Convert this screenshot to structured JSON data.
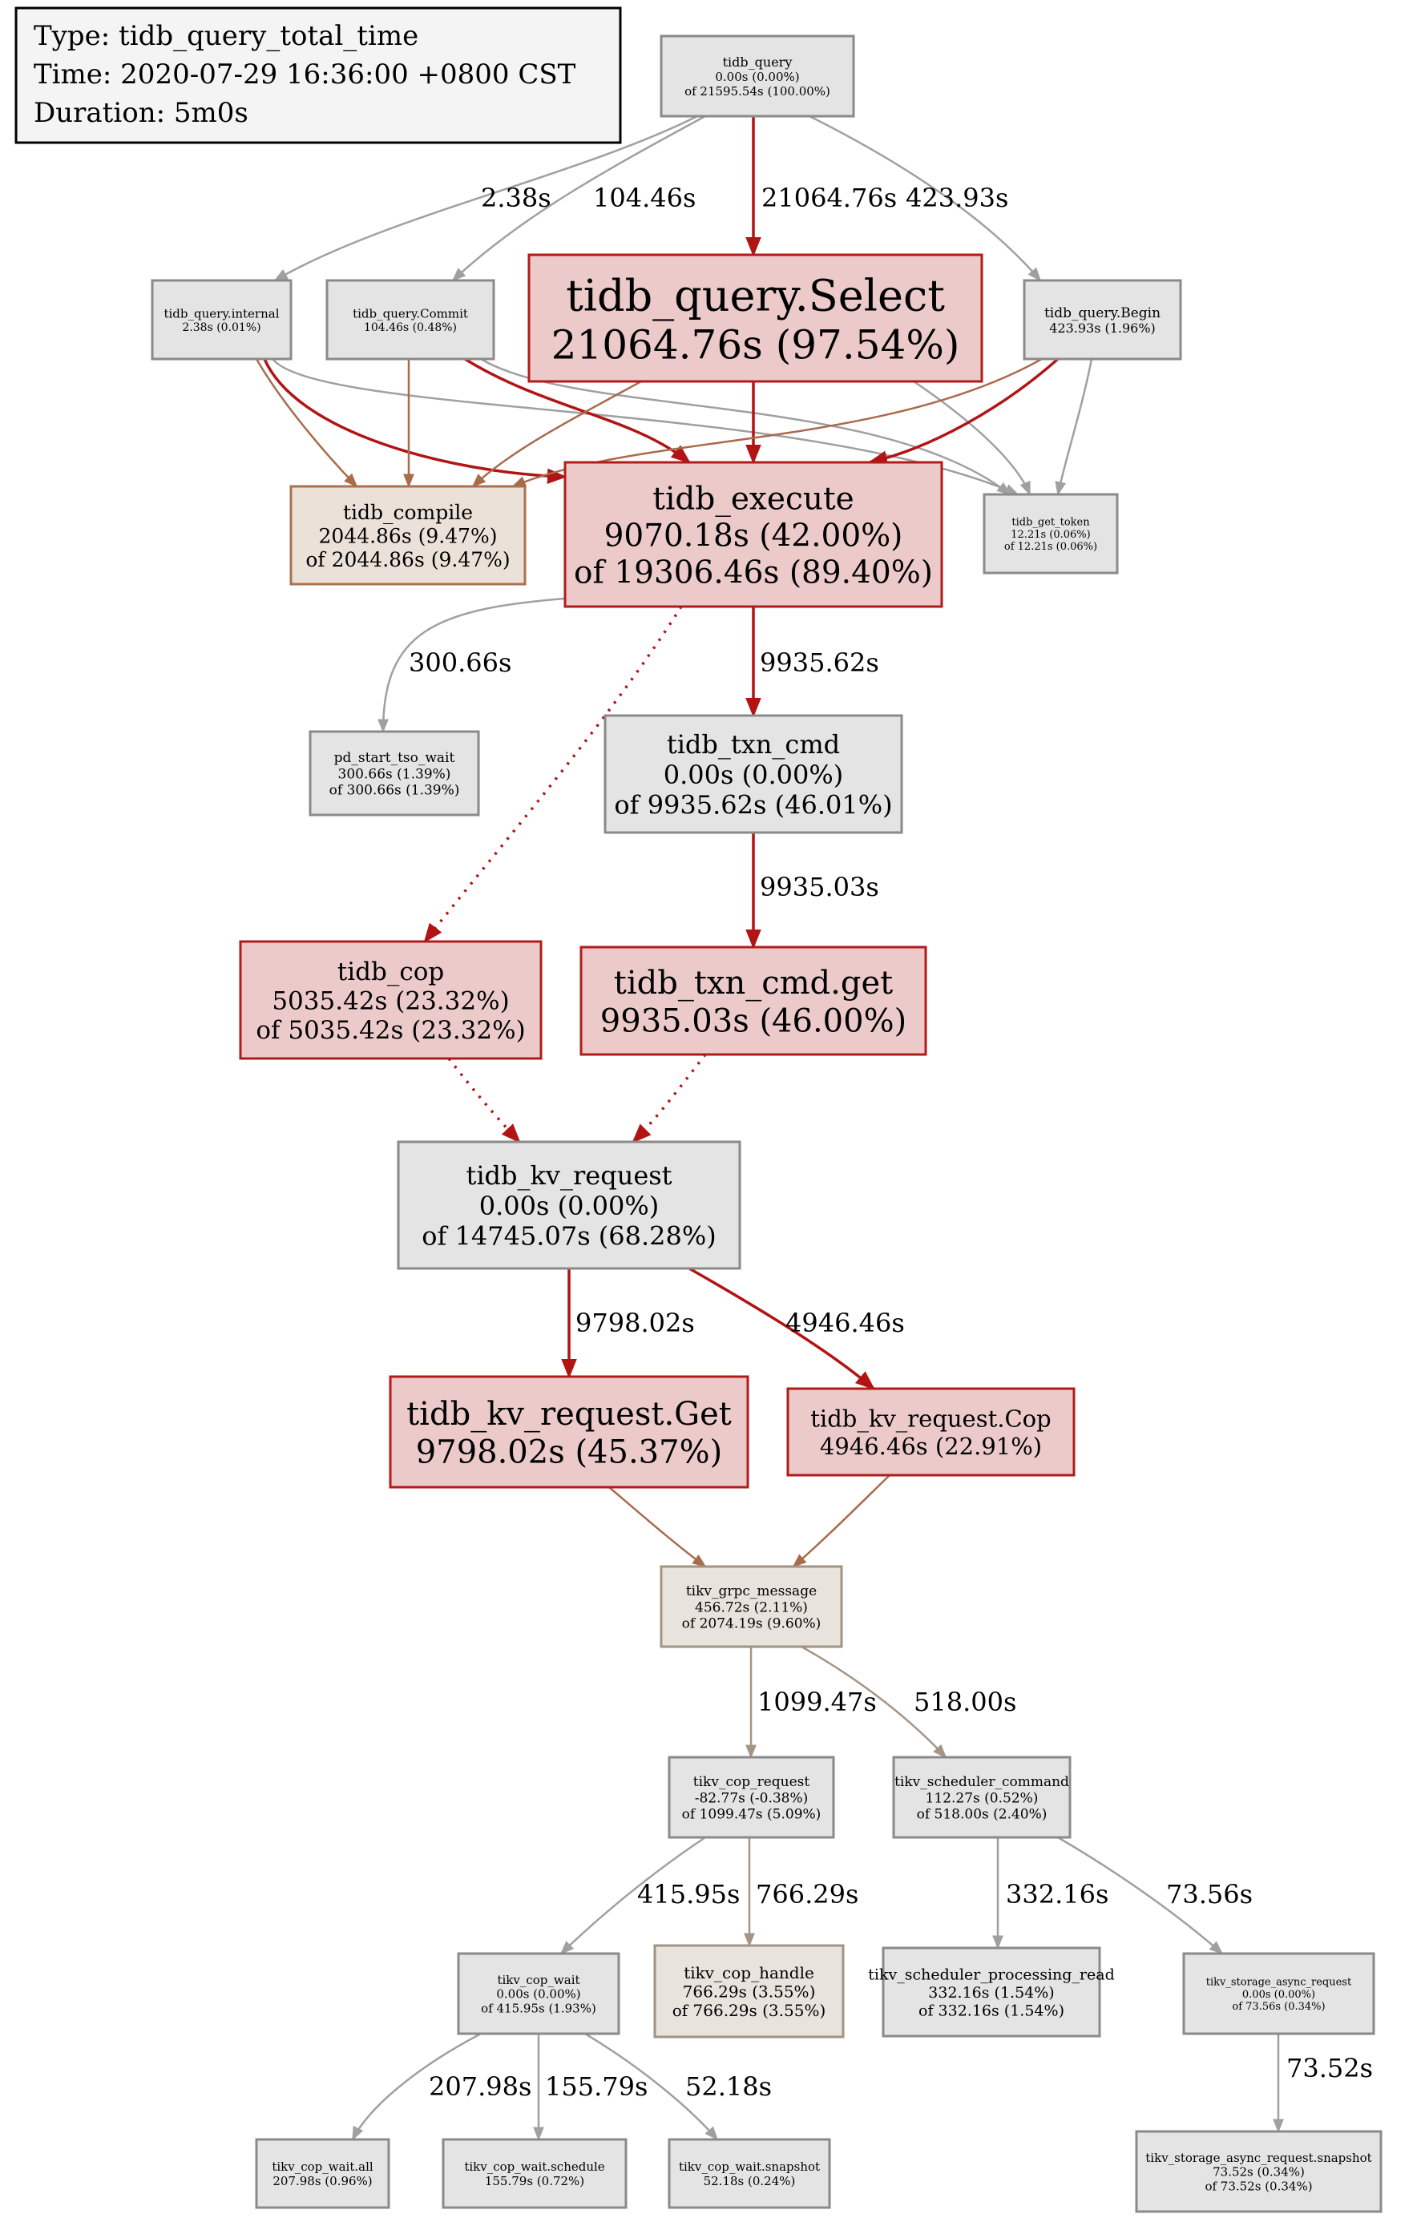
{
  "legend": {
    "lines": [
      "Type: tidb_query_total_time",
      "Time: 2020-07-29 16:36:00 +0800 CST",
      "Duration: 5m0s"
    ]
  },
  "colors": {
    "grey_fill": "#e4e4e4",
    "grey_stroke": "#8a8a8a",
    "red_fill": "#eccaca",
    "red_stroke": "#b31b1b",
    "tan_fill": "#ece1d8",
    "tan_stroke": "#a8714f",
    "taupe_fill": "#e8e3dd",
    "taupe_stroke": "#a39382",
    "edge_grey": "#a0a0a0",
    "edge_red": "#b21414",
    "edge_brown": "#a86b4c",
    "edge_taupe": "#a59584"
  },
  "nodes": [
    {
      "id": "tidb_query",
      "lines": [
        "tidb_query",
        "0.00s (0.00%)",
        "of 21595.54s (100.00%)"
      ],
      "style": "grey"
    },
    {
      "id": "tidb_query_internal",
      "lines": [
        "tidb_query.internal",
        "2.38s (0.01%)"
      ],
      "style": "grey"
    },
    {
      "id": "tidb_query_commit",
      "lines": [
        "tidb_query.Commit",
        "104.46s (0.48%)"
      ],
      "style": "grey"
    },
    {
      "id": "tidb_query_select",
      "lines": [
        "tidb_query.Select",
        "21064.76s (97.54%)"
      ],
      "style": "red"
    },
    {
      "id": "tidb_query_begin",
      "lines": [
        "tidb_query.Begin",
        "423.93s (1.96%)"
      ],
      "style": "grey"
    },
    {
      "id": "tidb_compile",
      "lines": [
        "tidb_compile",
        "2044.86s (9.47%)",
        "of 2044.86s (9.47%)"
      ],
      "style": "tan"
    },
    {
      "id": "tidb_execute",
      "lines": [
        "tidb_execute",
        "9070.18s (42.00%)",
        "of 19306.46s (89.40%)"
      ],
      "style": "red"
    },
    {
      "id": "tidb_get_token",
      "lines": [
        "tidb_get_token",
        "12.21s (0.06%)",
        "of 12.21s (0.06%)"
      ],
      "style": "grey"
    },
    {
      "id": "pd_start_tso_wait",
      "lines": [
        "pd_start_tso_wait",
        "300.66s (1.39%)",
        "of 300.66s (1.39%)"
      ],
      "style": "grey"
    },
    {
      "id": "tidb_txn_cmd",
      "lines": [
        "tidb_txn_cmd",
        "0.00s (0.00%)",
        "of 9935.62s (46.01%)"
      ],
      "style": "grey"
    },
    {
      "id": "tidb_cop",
      "lines": [
        "tidb_cop",
        "5035.42s (23.32%)",
        "of 5035.42s (23.32%)"
      ],
      "style": "red"
    },
    {
      "id": "tidb_txn_cmd_get",
      "lines": [
        "tidb_txn_cmd.get",
        "9935.03s (46.00%)"
      ],
      "style": "red"
    },
    {
      "id": "tidb_kv_request",
      "lines": [
        "tidb_kv_request",
        "0.00s (0.00%)",
        "of 14745.07s (68.28%)"
      ],
      "style": "grey"
    },
    {
      "id": "tidb_kv_request_get",
      "lines": [
        "tidb_kv_request.Get",
        "9798.02s (45.37%)"
      ],
      "style": "red"
    },
    {
      "id": "tidb_kv_request_cop",
      "lines": [
        "tidb_kv_request.Cop",
        "4946.46s (22.91%)"
      ],
      "style": "red"
    },
    {
      "id": "tikv_grpc_message",
      "lines": [
        "tikv_grpc_message",
        "456.72s (2.11%)",
        "of 2074.19s (9.60%)"
      ],
      "style": "taupe"
    },
    {
      "id": "tikv_cop_request",
      "lines": [
        "tikv_cop_request",
        "-82.77s (-0.38%)",
        "of 1099.47s (5.09%)"
      ],
      "style": "grey"
    },
    {
      "id": "tikv_scheduler_command",
      "lines": [
        "tikv_scheduler_command",
        "112.27s (0.52%)",
        "of 518.00s (2.40%)"
      ],
      "style": "grey"
    },
    {
      "id": "tikv_cop_wait",
      "lines": [
        "tikv_cop_wait",
        "0.00s (0.00%)",
        "of 415.95s (1.93%)"
      ],
      "style": "grey"
    },
    {
      "id": "tikv_cop_handle",
      "lines": [
        "tikv_cop_handle",
        "766.29s (3.55%)",
        "of 766.29s (3.55%)"
      ],
      "style": "taupe"
    },
    {
      "id": "tikv_scheduler_processing_read",
      "lines": [
        "tikv_scheduler_processing_read",
        "332.16s (1.54%)",
        "of 332.16s (1.54%)"
      ],
      "style": "grey"
    },
    {
      "id": "tikv_storage_async_request",
      "lines": [
        "tikv_storage_async_request",
        "0.00s (0.00%)",
        "of 73.56s (0.34%)"
      ],
      "style": "grey"
    },
    {
      "id": "tikv_cop_wait_all",
      "lines": [
        "tikv_cop_wait.all",
        "207.98s (0.96%)"
      ],
      "style": "grey"
    },
    {
      "id": "tikv_cop_wait_schedule",
      "lines": [
        "tikv_cop_wait.schedule",
        "155.79s (0.72%)"
      ],
      "style": "grey"
    },
    {
      "id": "tikv_cop_wait_snapshot",
      "lines": [
        "tikv_cop_wait.snapshot",
        "52.18s (0.24%)"
      ],
      "style": "grey"
    },
    {
      "id": "tikv_storage_async_request_snapshot",
      "lines": [
        "tikv_storage_async_request.snapshot",
        "73.52s (0.34%)",
        "of 73.52s (0.34%)"
      ],
      "style": "grey"
    }
  ],
  "edges": [
    {
      "from": "tidb_query",
      "to": "tidb_query_internal",
      "label": "2.38s",
      "color": "grey"
    },
    {
      "from": "tidb_query",
      "to": "tidb_query_commit",
      "label": "104.46s",
      "color": "grey"
    },
    {
      "from": "tidb_query",
      "to": "tidb_query_select",
      "label": "21064.76s",
      "color": "red"
    },
    {
      "from": "tidb_query",
      "to": "tidb_query_begin",
      "label": "423.93s",
      "color": "grey"
    },
    {
      "from": "tidb_query_internal",
      "to": "tidb_compile",
      "label": "",
      "color": "brown"
    },
    {
      "from": "tidb_query_internal",
      "to": "tidb_execute",
      "label": "",
      "color": "red"
    },
    {
      "from": "tidb_query_internal",
      "to": "tidb_get_token",
      "label": "",
      "color": "grey"
    },
    {
      "from": "tidb_query_commit",
      "to": "tidb_compile",
      "label": "",
      "color": "brown"
    },
    {
      "from": "tidb_query_commit",
      "to": "tidb_execute",
      "label": "",
      "color": "red"
    },
    {
      "from": "tidb_query_commit",
      "to": "tidb_get_token",
      "label": "",
      "color": "grey"
    },
    {
      "from": "tidb_query_select",
      "to": "tidb_compile",
      "label": "",
      "color": "brown"
    },
    {
      "from": "tidb_query_select",
      "to": "tidb_execute",
      "label": "",
      "color": "red"
    },
    {
      "from": "tidb_query_select",
      "to": "tidb_get_token",
      "label": "",
      "color": "grey"
    },
    {
      "from": "tidb_query_begin",
      "to": "tidb_compile",
      "label": "",
      "color": "brown"
    },
    {
      "from": "tidb_query_begin",
      "to": "tidb_execute",
      "label": "",
      "color": "red"
    },
    {
      "from": "tidb_query_begin",
      "to": "tidb_get_token",
      "label": "",
      "color": "grey"
    },
    {
      "from": "tidb_execute",
      "to": "pd_start_tso_wait",
      "label": "300.66s",
      "color": "grey"
    },
    {
      "from": "tidb_execute",
      "to": "tidb_txn_cmd",
      "label": "9935.62s",
      "color": "red"
    },
    {
      "from": "tidb_execute",
      "to": "tidb_cop",
      "label": "",
      "color": "red",
      "dotted": true
    },
    {
      "from": "tidb_txn_cmd",
      "to": "tidb_txn_cmd_get",
      "label": "9935.03s",
      "color": "red"
    },
    {
      "from": "tidb_cop",
      "to": "tidb_kv_request",
      "label": "",
      "color": "red",
      "dotted": true
    },
    {
      "from": "tidb_txn_cmd_get",
      "to": "tidb_kv_request",
      "label": "",
      "color": "red",
      "dotted": true
    },
    {
      "from": "tidb_kv_request",
      "to": "tidb_kv_request_get",
      "label": "9798.02s",
      "color": "red"
    },
    {
      "from": "tidb_kv_request",
      "to": "tidb_kv_request_cop",
      "label": "4946.46s",
      "color": "red"
    },
    {
      "from": "tidb_kv_request_get",
      "to": "tikv_grpc_message",
      "label": "",
      "color": "brown"
    },
    {
      "from": "tidb_kv_request_cop",
      "to": "tikv_grpc_message",
      "label": "",
      "color": "brown"
    },
    {
      "from": "tikv_grpc_message",
      "to": "tikv_cop_request",
      "label": "1099.47s",
      "color": "taupe"
    },
    {
      "from": "tikv_grpc_message",
      "to": "tikv_scheduler_command",
      "label": "518.00s",
      "color": "taupe"
    },
    {
      "from": "tikv_cop_request",
      "to": "tikv_cop_wait",
      "label": "415.95s",
      "color": "grey"
    },
    {
      "from": "tikv_cop_request",
      "to": "tikv_cop_handle",
      "label": "766.29s",
      "color": "taupe"
    },
    {
      "from": "tikv_scheduler_command",
      "to": "tikv_scheduler_processing_read",
      "label": "332.16s",
      "color": "grey"
    },
    {
      "from": "tikv_scheduler_command",
      "to": "tikv_storage_async_request",
      "label": "73.56s",
      "color": "grey"
    },
    {
      "from": "tikv_cop_wait",
      "to": "tikv_cop_wait_all",
      "label": "207.98s",
      "color": "grey"
    },
    {
      "from": "tikv_cop_wait",
      "to": "tikv_cop_wait_schedule",
      "label": "155.79s",
      "color": "grey"
    },
    {
      "from": "tikv_cop_wait",
      "to": "tikv_cop_wait_snapshot",
      "label": "52.18s",
      "color": "grey"
    },
    {
      "from": "tikv_storage_async_request",
      "to": "tikv_storage_async_request_snapshot",
      "label": "73.52s",
      "color": "grey"
    }
  ]
}
